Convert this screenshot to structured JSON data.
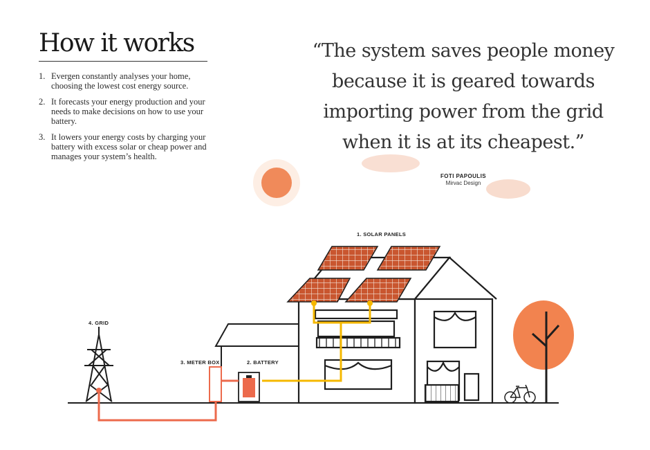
{
  "title": "How it works",
  "steps": [
    {
      "num": "1.",
      "text": "Evergen constantly analyses your home, choosing the lowest cost energy source."
    },
    {
      "num": "2.",
      "text": "It forecasts your energy production and your needs to make decisions on how to use your battery."
    },
    {
      "num": "3.",
      "text": "It lowers your energy costs by charging your battery with excess solar or cheap power and manages your system’s health."
    }
  ],
  "quote": "“The system saves people money because it is geared towards importing power from the grid when it is at its cheapest.”",
  "author": {
    "name": "FOTI PAPOULIS",
    "role": "Mirvac Design"
  },
  "labels": {
    "solar": "1. SOLAR PANELS",
    "meter": "3. METER BOX",
    "battery": "2. BATTERY",
    "grid": "4. GRID"
  },
  "colors": {
    "solar_line": "#f5b800",
    "grid_line": "#ec6a4c",
    "panel": "#c9562f",
    "sun": "#f08a5a",
    "tree": "#f2834f",
    "ink": "#1e1e1e"
  }
}
